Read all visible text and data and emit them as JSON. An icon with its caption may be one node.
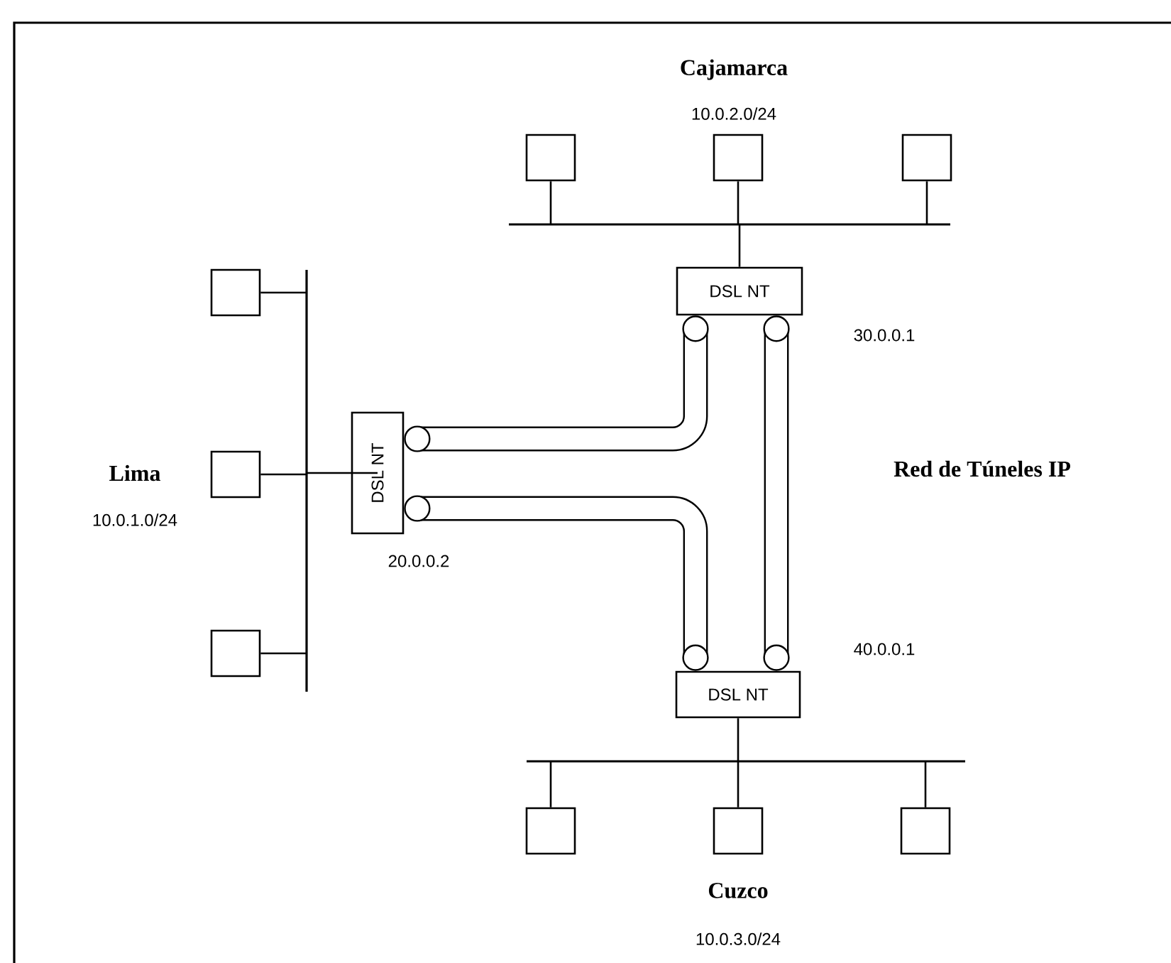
{
  "diagram": {
    "nodes": [
      {
        "text": [],
        "shape": "box"
      },
      {
        "text": [],
        "shape": "box"
      },
      {
        "text": [],
        "shape": "box"
      },
      {
        "text": [],
        "shape": "bar"
      },
      {
        "text": [
          "DSL NT"
        ],
        "beside": [
          "30.0.0.1"
        ]
      },
      {
        "text": [],
        "shape": "box"
      },
      {
        "text": [],
        "shape": "box"
      },
      {
        "text": [],
        "shape": "box"
      },
      {
        "text": [],
        "shape": "bar"
      },
      {
        "text": [
          "DSL NT"
        ],
        "beside": [
          "20.0.0.2"
        ]
      },
      {
        "text": [
          "DSL NT"
        ],
        "beside": [
          "40.0.0.1"
        ]
      },
      {
        "text": [],
        "shape": "bar"
      },
      {
        "text": [],
        "shape": "box"
      },
      {
        "text": [],
        "shape": "box"
      },
      {
        "text": [],
        "shape": "box"
      }
    ],
    "edges": [
      {
        "from": 0,
        "to": 3,
        "arrow": "none"
      },
      {
        "from": 1,
        "to": 3,
        "arrow": "none"
      },
      {
        "from": 2,
        "to": 3,
        "arrow": "none"
      },
      {
        "from": 3,
        "to": 4,
        "arrow": "none"
      },
      {
        "from": 5,
        "to": 8,
        "arrow": "none"
      },
      {
        "from": 6,
        "to": 8,
        "arrow": "none"
      },
      {
        "from": 7,
        "to": 8,
        "arrow": "none"
      },
      {
        "from": 8,
        "to": 9,
        "arrow": "none"
      },
      {
        "from": 10,
        "to": 11,
        "arrow": "none"
      },
      {
        "from": 12,
        "to": 11,
        "arrow": "none"
      },
      {
        "from": 13,
        "to": 11,
        "arrow": "none"
      },
      {
        "from": 14,
        "to": 11,
        "arrow": "none"
      },
      {
        "from": 9,
        "to": 4,
        "arrow": "other",
        "style": "thick"
      },
      {
        "from": 9,
        "to": 10,
        "arrow": "other",
        "style": "thick"
      },
      {
        "from": 4,
        "to": 10,
        "arrow": "other",
        "style": "thick"
      }
    ],
    "labels": [
      "Cajamarca",
      "10.0.2.0/24",
      "Lima",
      "Red de Túneles IP",
      "10.0.1.0/24",
      "Cuzco",
      "10.0.3.0/24"
    ]
  }
}
